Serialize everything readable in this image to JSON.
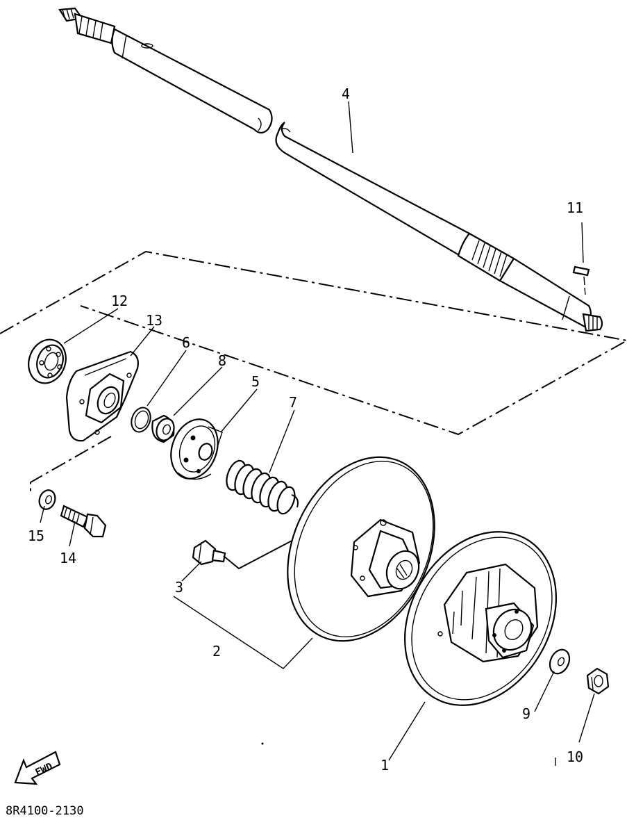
{
  "diagram": {
    "part_numbers": [
      "1",
      "2",
      "3",
      "4",
      "5",
      "6",
      "7",
      "8",
      "9",
      "10",
      "11",
      "12",
      "13",
      "14",
      "15"
    ],
    "fwd_label": "FWD",
    "drawing_code": "8R4100-2130"
  }
}
